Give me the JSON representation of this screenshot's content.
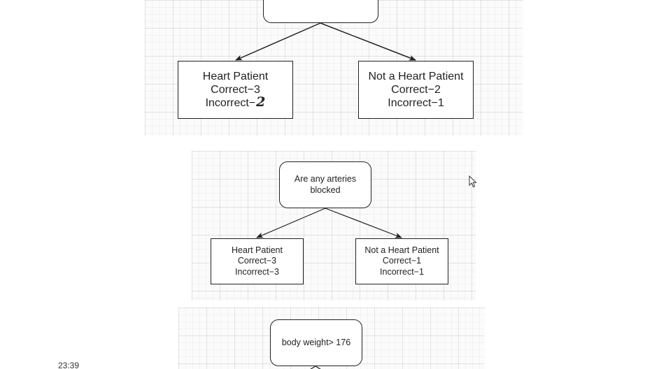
{
  "panels": [
    {
      "root": {
        "lines": []
      },
      "left": {
        "lines": [
          "Heart Patient",
          "Correct−3",
          "Incorrect−"
        ],
        "handwritten_annotation": "2"
      },
      "right": {
        "lines": [
          "Not a Heart Patient",
          "Correct−2",
          "Incorrect−1"
        ]
      }
    },
    {
      "root": {
        "lines": [
          "Are any arteries",
          "blocked"
        ]
      },
      "left": {
        "lines": [
          "Heart Patient",
          "Correct−3",
          "Incorrect−3"
        ]
      },
      "right": {
        "lines": [
          "Not a Heart Patient",
          "Correct−1",
          "Incorrect−1"
        ]
      }
    },
    {
      "root": {
        "lines": [
          "body weight> 176"
        ]
      }
    }
  ],
  "video": {
    "timestamp": "23:39"
  },
  "colors": {
    "stroke": "#222222",
    "grid": "#e6e6e6",
    "background": "#ffffff"
  }
}
